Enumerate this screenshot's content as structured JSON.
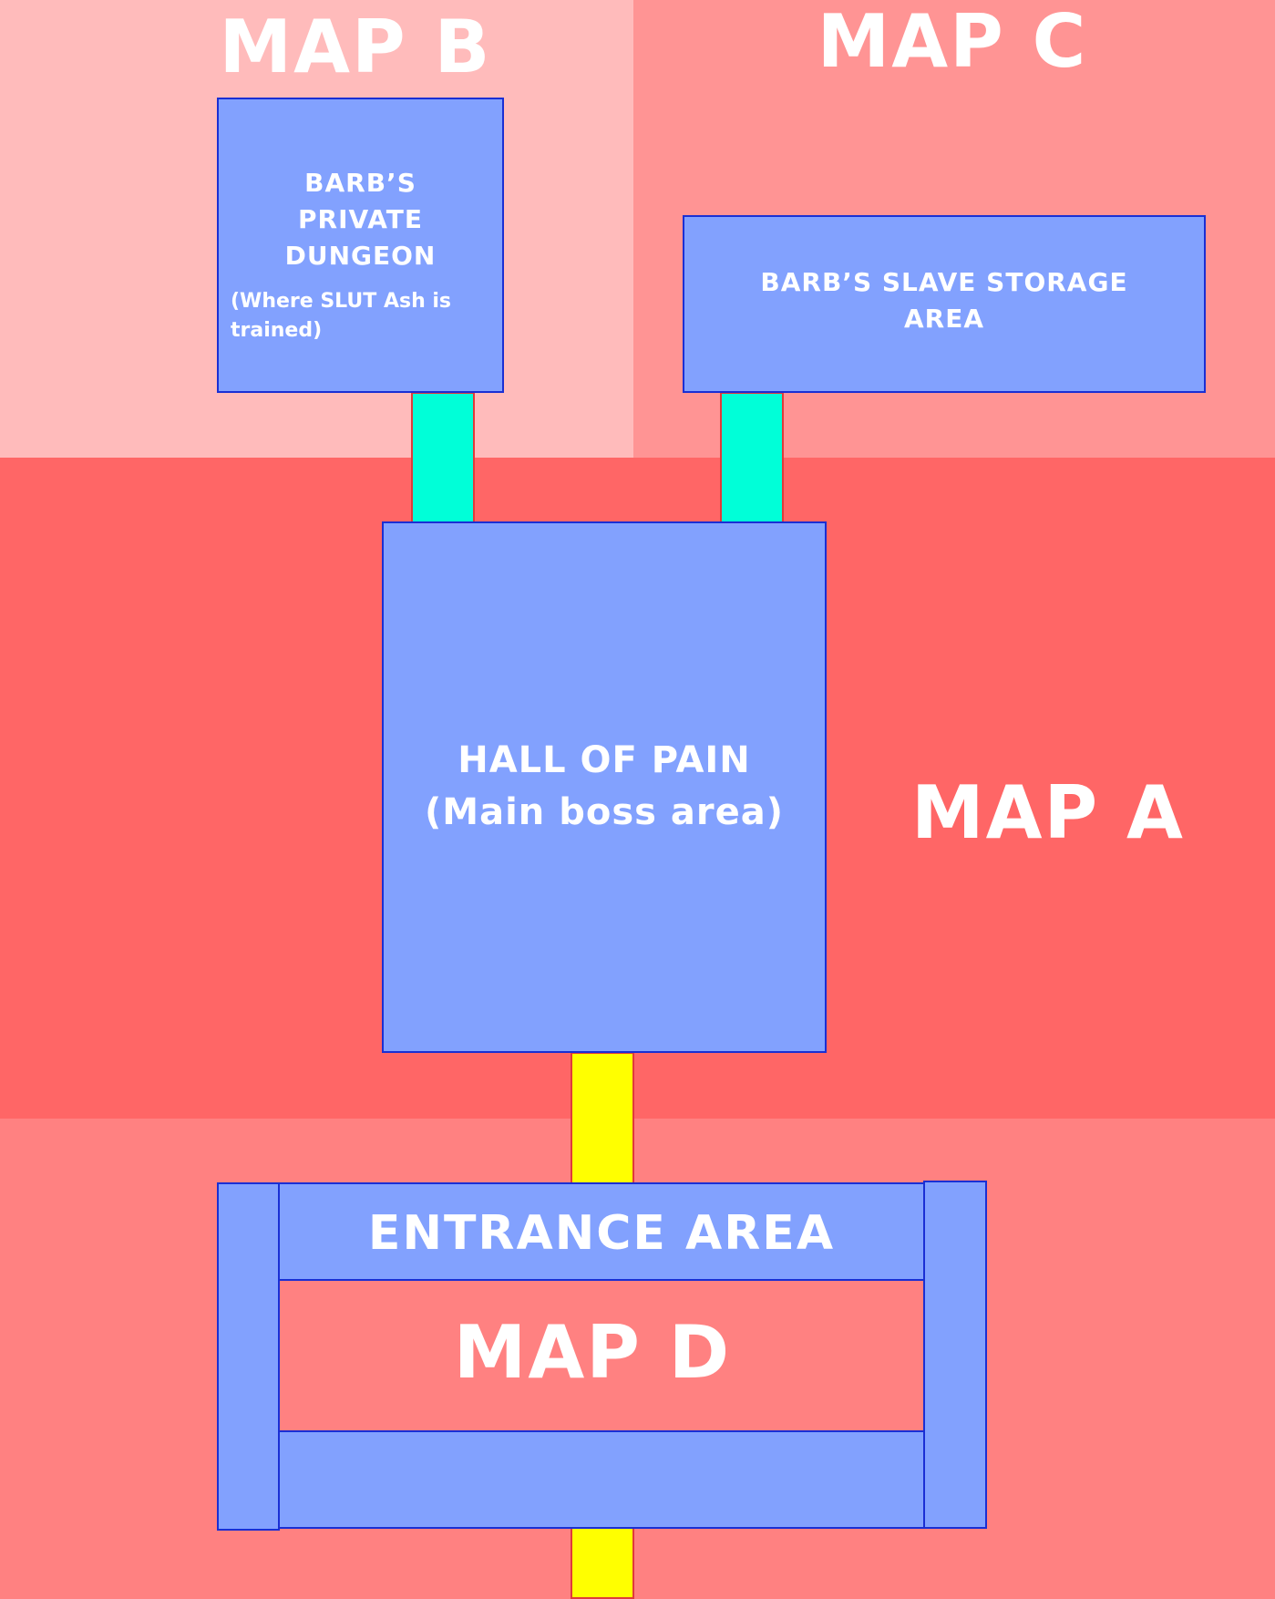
{
  "colors": {
    "map_b_bg": "#ffbbbb",
    "map_c_bg": "#ff9494",
    "map_a_bg": "#ff6666",
    "map_d_bg": "#ff8181",
    "room_fill": "#82a1fe",
    "room_border": "#1a2fd4",
    "connector_cyan": "#00ffd8",
    "connector_yellow": "#ffff00"
  },
  "maps": {
    "b": "MAP B",
    "c": "MAP C",
    "a": "MAP A",
    "d": "MAP D"
  },
  "rooms": {
    "private_dungeon": {
      "title_line1": "BARB’S",
      "title_line2": "PRIVATE",
      "title_line3": "DUNGEON",
      "note_line1": "(Where SLUT Ash is",
      "note_line2": "trained)"
    },
    "slave_storage": {
      "title_line1": "BARB’S SLAVE STORAGE",
      "title_line2": "AREA"
    },
    "hall_of_pain": {
      "title_line1": "HALL OF PAIN",
      "title_line2": "(Main boss area)"
    },
    "entrance": {
      "title": "ENTRANCE AREA"
    }
  }
}
